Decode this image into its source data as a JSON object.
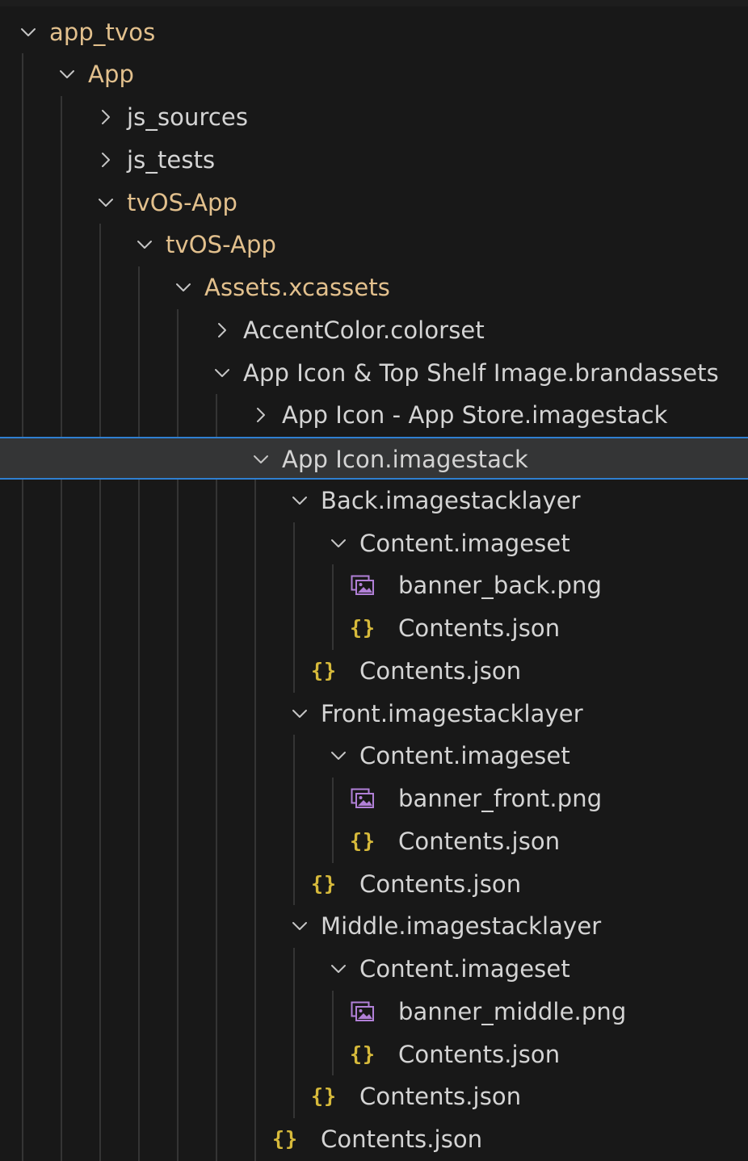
{
  "colors": {
    "background": "#181818",
    "text": "#d4d4d4",
    "modified_folder": "#e2c08d",
    "json_icon": "#d7ba3b",
    "image_icon": "#b180d7",
    "selection_border": "#2f7fd1",
    "selection_bg": "#343536",
    "indent_guide": "#343434"
  },
  "tree": [
    {
      "label": "app_tvos",
      "depth": 0,
      "kind": "folder",
      "expanded": true,
      "modified": true
    },
    {
      "label": "App",
      "depth": 1,
      "kind": "folder",
      "expanded": true,
      "modified": true
    },
    {
      "label": "js_sources",
      "depth": 2,
      "kind": "folder",
      "expanded": false,
      "modified": false
    },
    {
      "label": "js_tests",
      "depth": 2,
      "kind": "folder",
      "expanded": false,
      "modified": false
    },
    {
      "label": "tvOS-App",
      "depth": 2,
      "kind": "folder",
      "expanded": true,
      "modified": true
    },
    {
      "label": "tvOS-App",
      "depth": 3,
      "kind": "folder",
      "expanded": true,
      "modified": true
    },
    {
      "label": "Assets.xcassets",
      "depth": 4,
      "kind": "folder",
      "expanded": true,
      "modified": true
    },
    {
      "label": "AccentColor.colorset",
      "depth": 5,
      "kind": "folder",
      "expanded": false,
      "modified": false
    },
    {
      "label": "App Icon & Top Shelf Image.brandassets",
      "depth": 5,
      "kind": "folder",
      "expanded": true,
      "modified": false
    },
    {
      "label": "App Icon - App Store.imagestack",
      "depth": 6,
      "kind": "folder",
      "expanded": false,
      "modified": false
    },
    {
      "label": "App Icon.imagestack",
      "depth": 6,
      "kind": "folder",
      "expanded": true,
      "modified": false,
      "selected": true
    },
    {
      "label": "Back.imagestacklayer",
      "depth": 7,
      "kind": "folder",
      "expanded": true,
      "modified": false
    },
    {
      "label": "Content.imageset",
      "depth": 8,
      "kind": "folder",
      "expanded": true,
      "modified": false
    },
    {
      "label": "banner_back.png",
      "depth": 9,
      "kind": "image",
      "icon": "image-file-icon"
    },
    {
      "label": "Contents.json",
      "depth": 9,
      "kind": "json",
      "icon": "json-braces-icon"
    },
    {
      "label": "Contents.json",
      "depth": 8,
      "kind": "json",
      "icon": "json-braces-icon"
    },
    {
      "label": "Front.imagestacklayer",
      "depth": 7,
      "kind": "folder",
      "expanded": true,
      "modified": false
    },
    {
      "label": "Content.imageset",
      "depth": 8,
      "kind": "folder",
      "expanded": true,
      "modified": false
    },
    {
      "label": "banner_front.png",
      "depth": 9,
      "kind": "image",
      "icon": "image-file-icon"
    },
    {
      "label": "Contents.json",
      "depth": 9,
      "kind": "json",
      "icon": "json-braces-icon"
    },
    {
      "label": "Contents.json",
      "depth": 8,
      "kind": "json",
      "icon": "json-braces-icon"
    },
    {
      "label": "Middle.imagestacklayer",
      "depth": 7,
      "kind": "folder",
      "expanded": true,
      "modified": false
    },
    {
      "label": "Content.imageset",
      "depth": 8,
      "kind": "folder",
      "expanded": true,
      "modified": false
    },
    {
      "label": "banner_middle.png",
      "depth": 9,
      "kind": "image",
      "icon": "image-file-icon"
    },
    {
      "label": "Contents.json",
      "depth": 9,
      "kind": "json",
      "icon": "json-braces-icon"
    },
    {
      "label": "Contents.json",
      "depth": 8,
      "kind": "json",
      "icon": "json-braces-icon"
    },
    {
      "label": "Contents.json",
      "depth": 7,
      "kind": "json",
      "icon": "json-braces-icon"
    }
  ]
}
